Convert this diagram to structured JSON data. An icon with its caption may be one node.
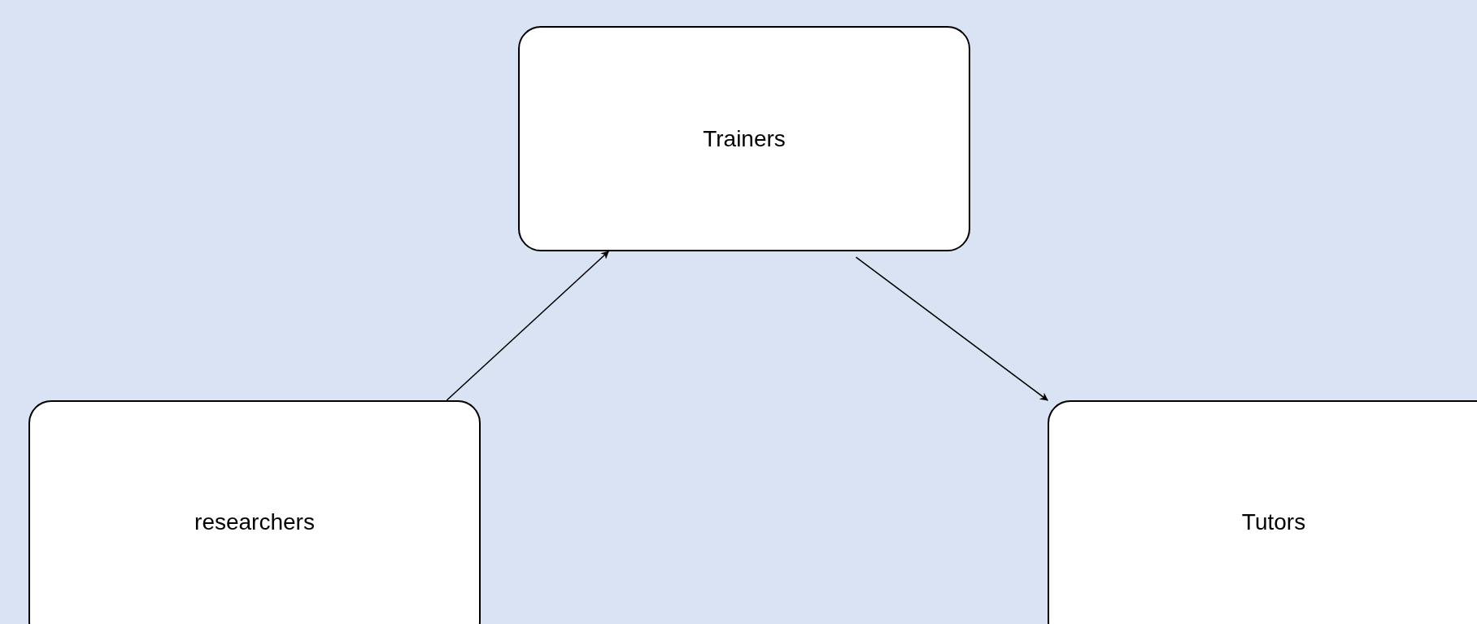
{
  "diagram": {
    "nodes": [
      {
        "text": [
          "Trainers"
        ]
      },
      {
        "text": [
          "researchers"
        ]
      },
      {
        "text": [
          "Tutors"
        ]
      }
    ],
    "edges": [
      {
        "from": 1,
        "to": 0,
        "arrow": "to"
      },
      {
        "from": 0,
        "to": 2,
        "arrow": "to"
      }
    ]
  }
}
